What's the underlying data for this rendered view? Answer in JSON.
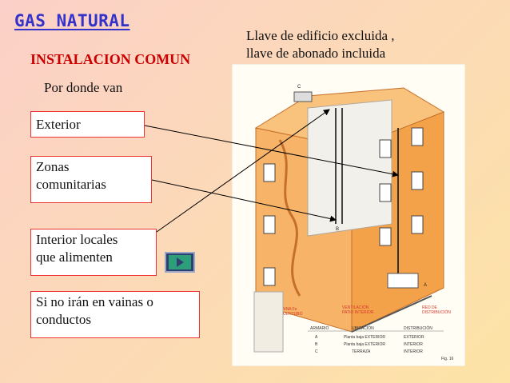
{
  "header": {
    "title": "GAS NATURAL",
    "subtitle": "INSTALACION COMUN",
    "caption": "Por donde van"
  },
  "note": {
    "line1": "Llave de edificio excluida ,",
    "line2": "llave de abonado incluida"
  },
  "labels": [
    {
      "lines": [
        "Exterior"
      ]
    },
    {
      "lines": [
        "Zonas",
        "comunitarias"
      ]
    },
    {
      "lines": [
        "Interior locales",
        "que alimenten"
      ]
    },
    {
      "lines": [
        "Si no irán en vainas o",
        "conductos"
      ]
    }
  ],
  "figure": {
    "callout_left_1": "VAINA Fe",
    "callout_left_2": "MULTITUBO",
    "callout_mid_1": "VENTILACIÓN",
    "callout_mid_2": "PATIO INTERIOR",
    "callout_right_1": "RED DE",
    "callout_right_2": "DISTRIBUCIÓN",
    "table_headers": [
      "ARMARIO",
      "UBICACIÓN",
      "DISTRIBUCIÓN"
    ],
    "table_rows": [
      [
        "A",
        "Planta baja EXTERIOR",
        "EXTERIOR"
      ],
      [
        "B",
        "Planta baja EXTERIOR",
        "INTERIOR"
      ],
      [
        "C",
        "TERRAZA",
        "INTERIOR"
      ]
    ],
    "fig_label": "Fig. 16",
    "marker_a": "A",
    "marker_b": "B",
    "marker_c": "C"
  },
  "colors": {
    "title": "#3333cc",
    "subtitle": "#cc0000",
    "box_border": "#ee3333",
    "building": "#f4a24a"
  }
}
